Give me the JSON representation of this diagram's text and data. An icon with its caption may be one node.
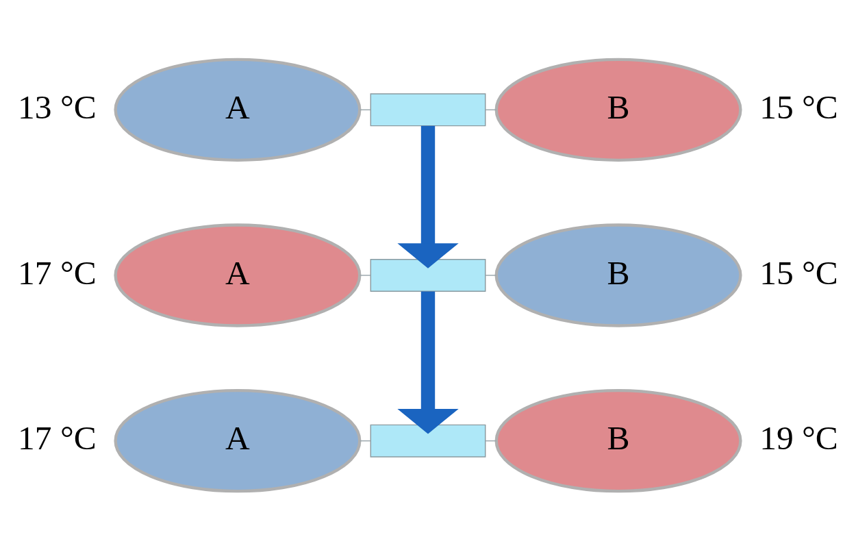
{
  "diagram": {
    "nodes": [
      {
        "text": [
          "A"
        ],
        "beside": [
          "13 °C"
        ]
      },
      {
        "text": [],
        "shape": "bar"
      },
      {
        "text": [
          "B"
        ],
        "beside": [
          "15 °C"
        ]
      },
      {
        "text": [
          "A"
        ],
        "beside": [
          "17 °C"
        ]
      },
      {
        "text": [],
        "shape": "bar"
      },
      {
        "text": [
          "B"
        ],
        "beside": [
          "15 °C"
        ]
      },
      {
        "text": [
          "A"
        ],
        "beside": [
          "17 °C"
        ]
      },
      {
        "text": [],
        "shape": "bar"
      },
      {
        "text": [
          "B"
        ],
        "beside": [
          "19 °C"
        ]
      }
    ],
    "edges": [
      {
        "from": 0,
        "to": 1,
        "arrow": "none"
      },
      {
        "from": 1,
        "to": 2,
        "arrow": "none"
      },
      {
        "from": 3,
        "to": 4,
        "arrow": "none"
      },
      {
        "from": 4,
        "to": 5,
        "arrow": "none"
      },
      {
        "from": 6,
        "to": 7,
        "arrow": "none"
      },
      {
        "from": 7,
        "to": 8,
        "arrow": "none"
      },
      {
        "from": 1,
        "to": 4,
        "arrow": "to",
        "style": "thick",
        "color": "#1a64c0"
      },
      {
        "from": 4,
        "to": 7,
        "arrow": "to",
        "style": "thick",
        "color": "#1a64c0"
      }
    ]
  }
}
